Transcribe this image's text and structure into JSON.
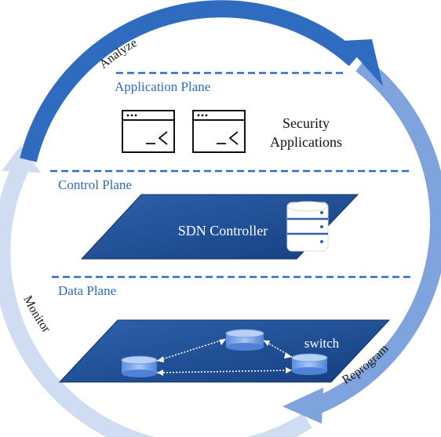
{
  "planes": {
    "application": "Application Plane",
    "control": "Control Plane",
    "data": "Data Plane"
  },
  "security_apps": {
    "line1": "Security",
    "line2": "Applications"
  },
  "controller_label": "SDN Controller",
  "switch_label": "switch",
  "cycle": {
    "analyze": "Analyze",
    "reprogram": "Reprogram",
    "monitor": "Monitor"
  },
  "colors": {
    "dark_blue": "#2f6bbf",
    "mid_blue": "#7fa3dc",
    "light_blue": "#cfdcf1",
    "panel_blue": "#1f4e93",
    "divider": "#2f6bbf"
  }
}
